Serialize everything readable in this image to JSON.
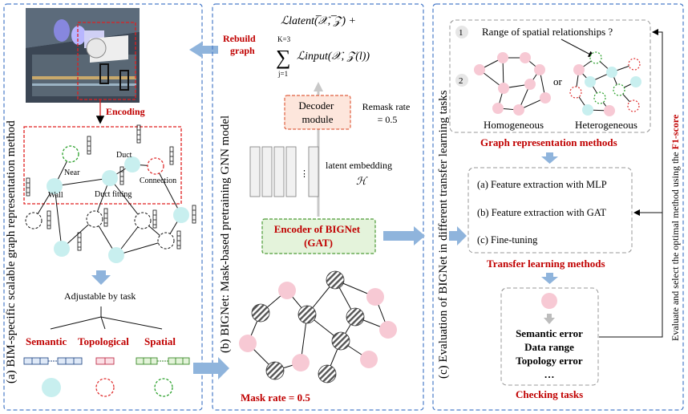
{
  "panel_a": {
    "title": "(a) BIM-specific scalable graph representation method",
    "encoding": "Encoding",
    "labels": {
      "near": "Near",
      "duct": "Duct",
      "connection": "Connection",
      "wall": "Wall",
      "duct_fitting": "Duct fitting"
    },
    "adjustable": "Adjustable by task",
    "task_semantic": "Semantic",
    "task_topological": "Topological",
    "task_spatial": "Spatial"
  },
  "rebuild": "Rebuild\ngraph",
  "panel_b": {
    "title": "(b) BIGNet: Mask-based pretraining GNN model",
    "loss_latent": "ℒlatent(̅𝒳, ̅𝒵)  +",
    "loss_sum_top": "K=3",
    "loss_sum_bottom": "j=1",
    "loss_input": "ℒinput(𝒳, 𝒵(l))",
    "decoder": "Decoder\nmodule",
    "remask": "Remask rate\n= 0.5",
    "latent_embedding": "latent embedding",
    "latent_symbol": "ℋ",
    "encoder": "Encoder of BIGNet\n(GAT)",
    "mask_rate": "Mask rate = 0.5"
  },
  "panel_c": {
    "title": "(c) Evaluation of BIGNet in different transfer learning tasks",
    "range_question": "Range of spatial relationships ?",
    "step1": "1",
    "step2": "2",
    "or": "or",
    "homogeneous": "Homogeneous",
    "heterogeneous": "Heterogeneous",
    "graph_rep": "Graph representation methods",
    "transfer_items": [
      "(a) Feature extraction with MLP",
      "(b) Feature extraction with GAT",
      "(c) Fine-tuning"
    ],
    "transfer_title": "Transfer learning methods",
    "checks": [
      "Semantic error",
      "Data range",
      "Topology error",
      "…"
    ],
    "checking_title": "Checking tasks",
    "side_note_prefix": "Evaluate and select the optimal method using the ",
    "side_note_bold": "F1-score"
  },
  "colors": {
    "panel_border": "#4a7cc9",
    "accent_red": "#c00000",
    "arrow_blue": "#8fb4dc",
    "node_cyan": "#c8efef",
    "node_pink": "#f7c9d4",
    "encoder_fill": "#e4f3db",
    "decoder_fill": "#fde6dc"
  }
}
